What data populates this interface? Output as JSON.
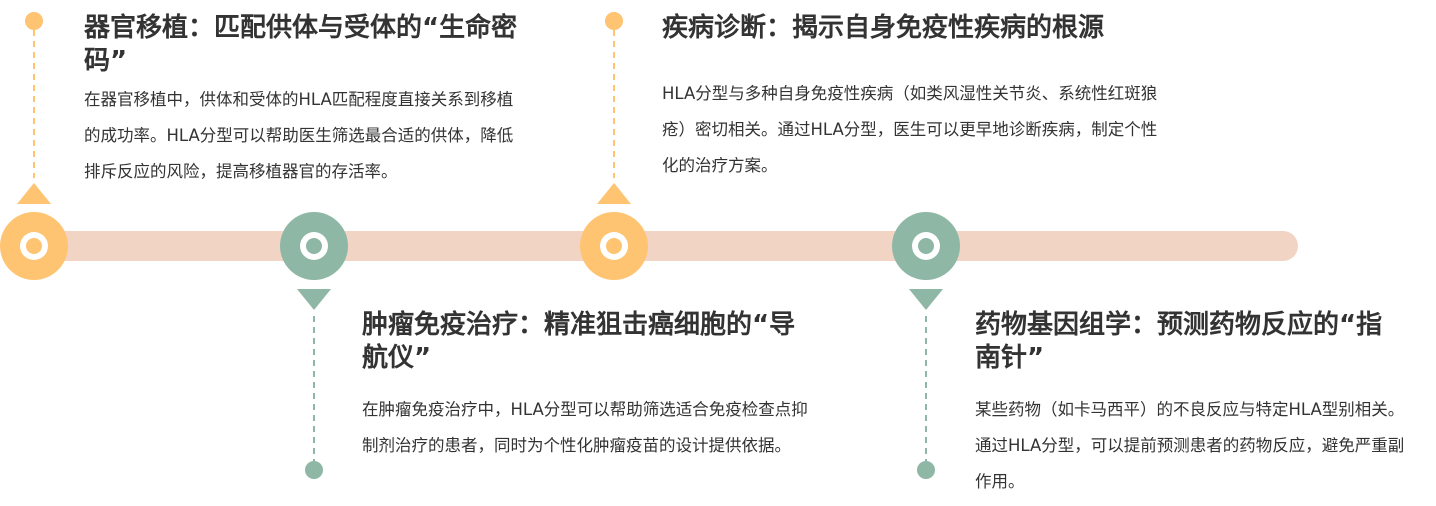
{
  "colors": {
    "track": "#f2d4c5",
    "orange": "#fec471",
    "teal": "#8fb7a6",
    "text": "#333333"
  },
  "milestones": [
    {
      "title": "器官移植：匹配供体与受体的“生命密码”",
      "description": "在器官移植中，供体和受体的HLA匹配程度直接关系到移植的成功率。HLA分型可以帮助医生筛选最合适的供体，降低排斥反应的风险，提高移植器官的存活率。",
      "color": "orange",
      "side": "top"
    },
    {
      "title": "肿瘤免疫治疗：精准狙击癌细胞的“导航仪”",
      "description": "在肿瘤免疫治疗中，HLA分型可以帮助筛选适合免疫检查点抑制剂治疗的患者，同时为个性化肿瘤疫苗的设计提供依据。",
      "color": "teal",
      "side": "bottom"
    },
    {
      "title": "疾病诊断：揭示自身免疫性疾病的根源",
      "description": "HLA分型与多种自身免疫性疾病（如类风湿性关节炎、系统性红斑狼疮）密切相关。通过HLA分型，医生可以更早地诊断疾病，制定个性化的治疗方案。",
      "color": "orange",
      "side": "top"
    },
    {
      "title": "药物基因组学：预测药物反应的“指南针”",
      "description": "某些药物（如卡马西平）的不良反应与特定HLA型别相关。通过HLA分型，可以提前预测患者的药物反应，避免严重副作用。",
      "color": "teal",
      "side": "bottom"
    }
  ]
}
